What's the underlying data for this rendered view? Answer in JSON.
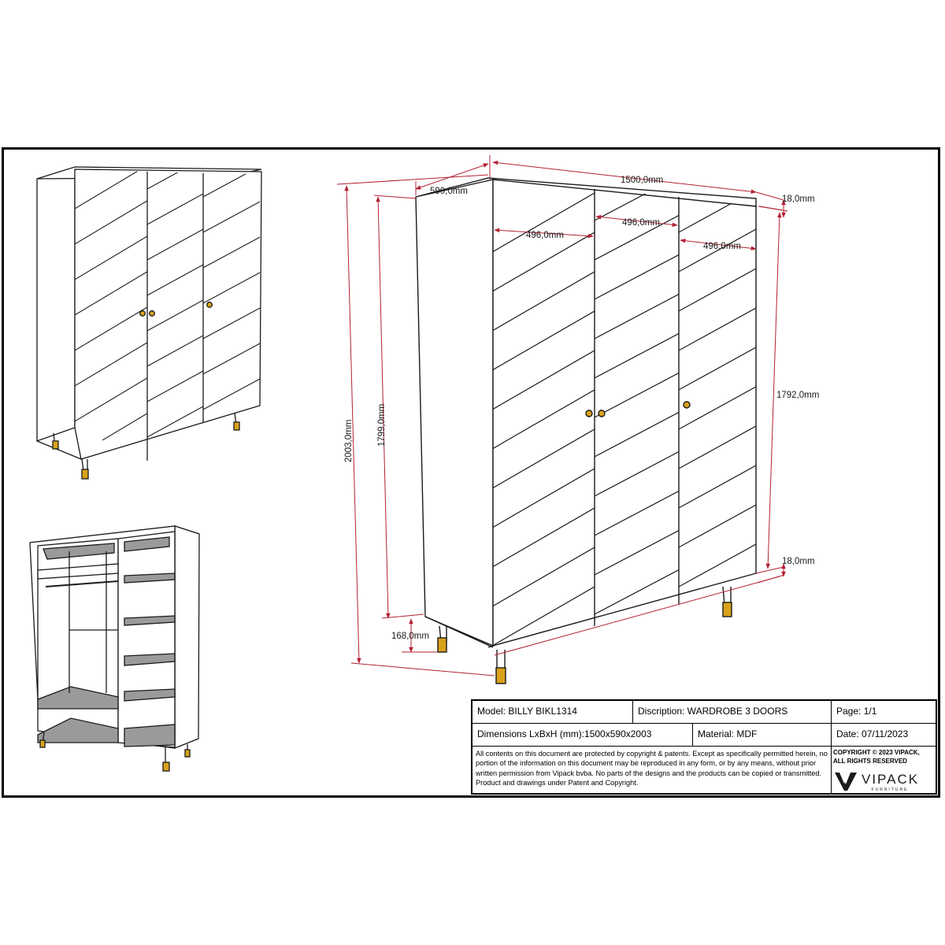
{
  "dimensions": {
    "depth": "590,0mm",
    "width": "1500,0mm",
    "top_thickness": "18,0mm",
    "door_left": "496,0mm",
    "door_mid": "496,0mm",
    "door_right": "496,0mm",
    "total_height": "2003,0mm",
    "body_height": "1799,0mm",
    "door_height": "1792,0mm",
    "bottom_thickness": "18,0mm",
    "leg_height": "168,0mm"
  },
  "title_block": {
    "model": "Model: BILLY BIKL1314",
    "description": "Discription: WARDROBE 3 DOORS",
    "page": "Page: 1/1",
    "dims": "Dimensions LxBxH (mm):1500x590x2003",
    "material": "Material: MDF",
    "date": "Date: 07/11/2023",
    "notice": "All contents on this document are protected by copyright & patents. Except as specifically permitted herein, no portion of the information on this document may be reproduced in any form, or by any means, without prior written permission from Vipack bvba. No parts of the designs and the products can be copied or transmitted. Product and drawings under Patent and Copyright.",
    "copyright": "COPYRIGHT © 2023 VIPACK,\nALL RIGHTS RESERVED",
    "logo": "VIPACK",
    "logo_sub": "FURNITURE"
  },
  "colors": {
    "dimension": "#b22234",
    "line": "#1a1a1a",
    "gold": "#d9a21b",
    "shelf": "#9a9a9a"
  }
}
